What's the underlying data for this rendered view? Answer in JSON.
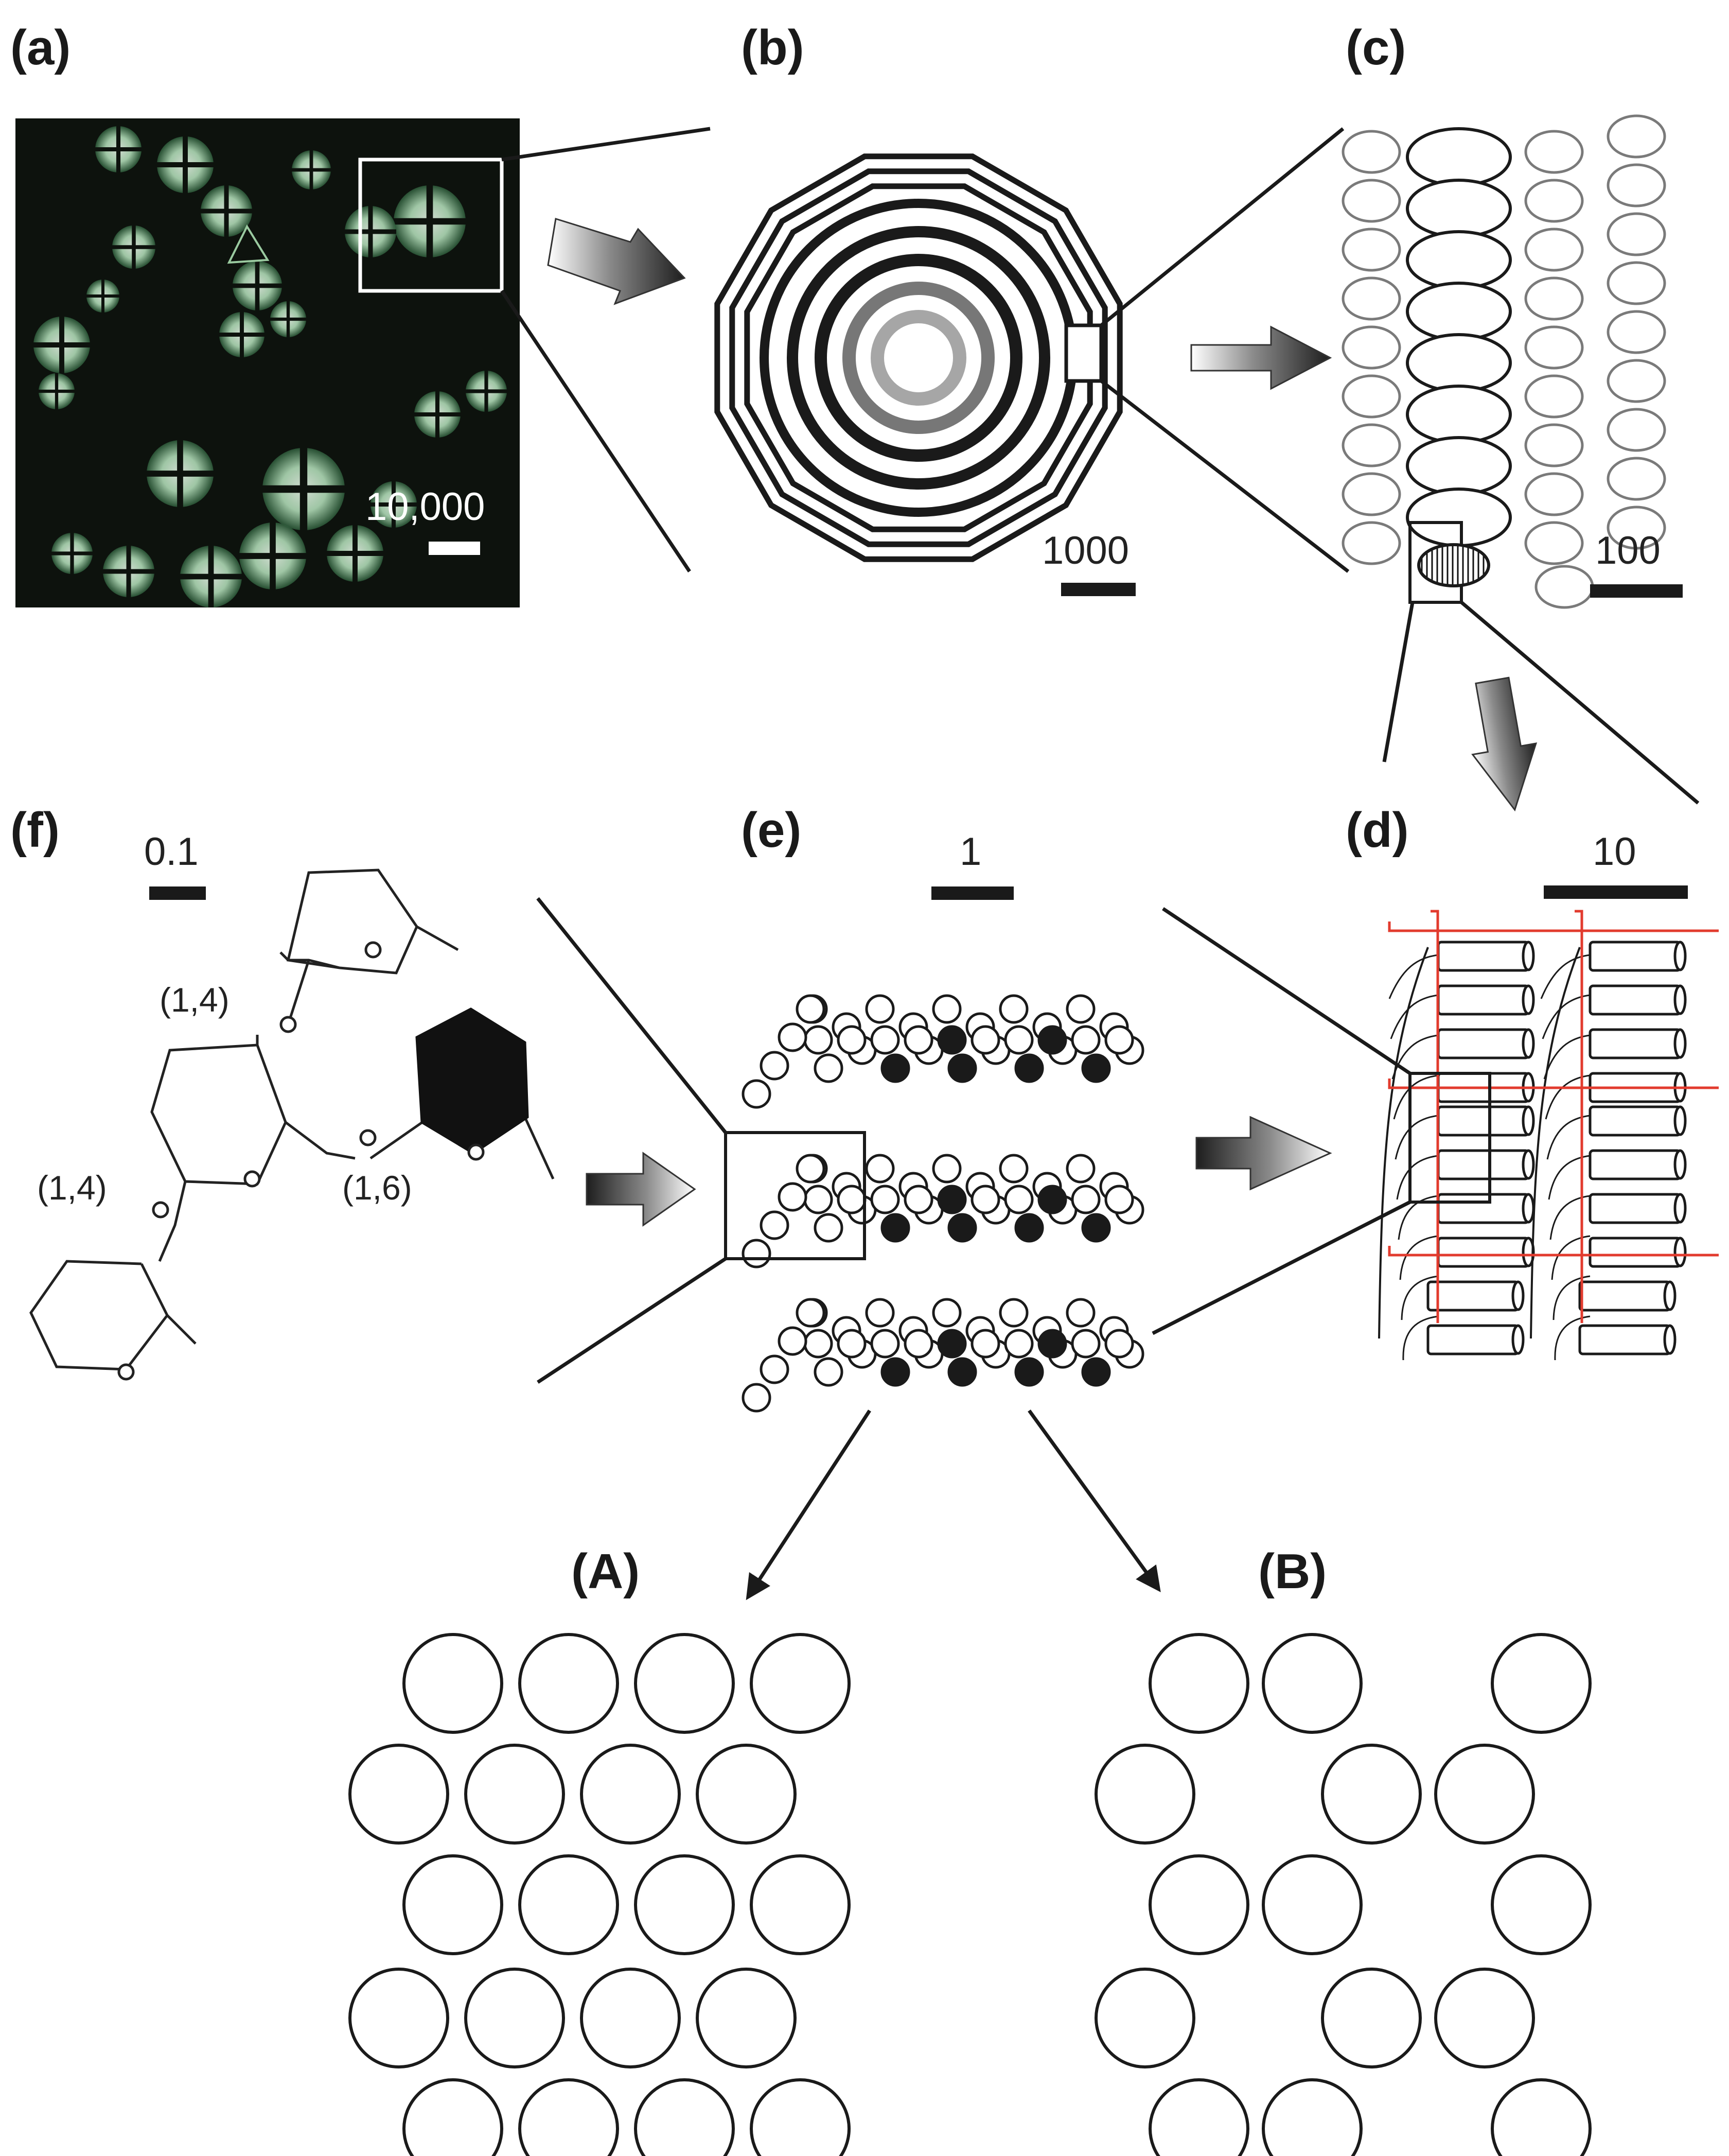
{
  "panels": {
    "a": "(a)",
    "b": "(b)",
    "c": "(c)",
    "d": "(d)",
    "e": "(e)",
    "f": "(f)",
    "A": "(A)",
    "B": "(B)"
  },
  "scale_bars": {
    "a": "10,000",
    "b": "1000",
    "c": "100",
    "d": "10",
    "e": "1",
    "f": "0.1"
  },
  "glycosidic_links": {
    "top": "(1,4)",
    "left": "(1,4)",
    "branch": "(1,6)"
  },
  "colors": {
    "ink": "#1a1a1a",
    "grey_ring": "#777777",
    "light_ring": "#a6a6a6",
    "microscope_bg": "#0d120d",
    "red_network": "#e23b2e",
    "granule_glow": "#c8eccc"
  },
  "icons": {
    "arrow": "gradient-block-arrow",
    "thin_arrow": "line-arrow"
  }
}
